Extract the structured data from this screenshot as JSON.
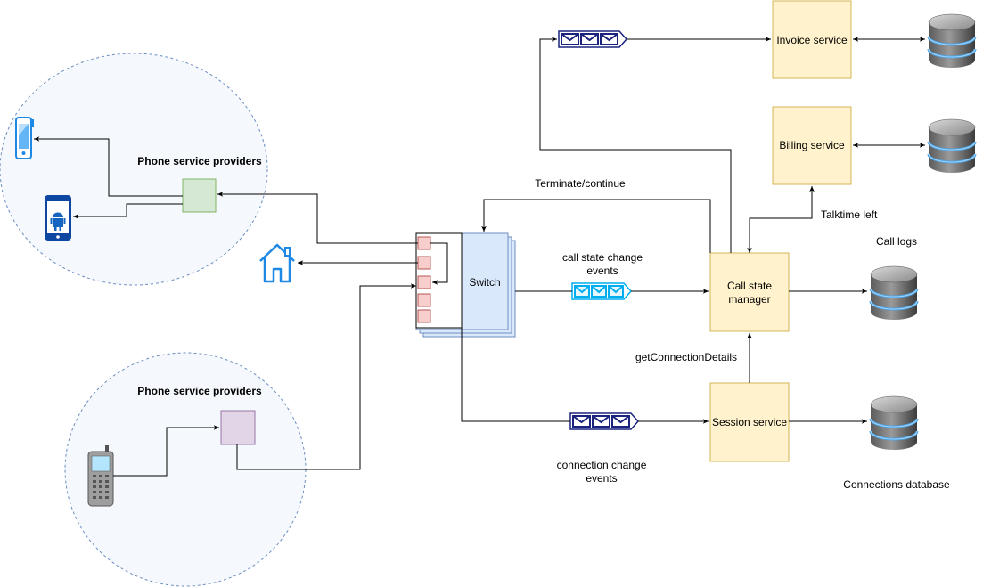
{
  "diagram": {
    "groups": {
      "top_provider_label": "Phone service providers",
      "bottom_provider_label": "Phone service providers"
    },
    "nodes": {
      "switch": "Switch",
      "call_state_manager_line1": "Call state",
      "call_state_manager_line2": "manager",
      "session_service": "Session service",
      "invoice_service": "Invoice service",
      "billing_service": "Billing service"
    },
    "labels": {
      "terminate_continue": "Terminate/continue",
      "call_state_events_line1": "call state change",
      "call_state_events_line2": "events",
      "connection_events_line1": "connection change",
      "connection_events_line2": "events",
      "talktime_left": "Talktime left",
      "get_connection_details": "getConnectionDetails",
      "call_logs": "Call logs",
      "connections_database": "Connections database"
    },
    "colors": {
      "service_fill": "#fff2cc",
      "service_stroke": "#d6b656",
      "switch_fill": "#dae8fc",
      "switch_stroke": "#6c8ebf",
      "port_fill": "#f8cecc",
      "port_stroke": "#b85450",
      "provider_top_fill": "#d5e8d4",
      "provider_bottom_fill": "#e1d5e7",
      "queue_dark": "#1a237e",
      "queue_cyan": "#00aeef",
      "home_blue": "#1e88e5"
    },
    "icons": {
      "home": "home-icon",
      "mobile_top": "mobile-phone-icon",
      "android": "android-phone-icon",
      "feature_phone": "feature-phone-icon",
      "database": "database-icon",
      "queue": "message-queue-icon"
    }
  }
}
